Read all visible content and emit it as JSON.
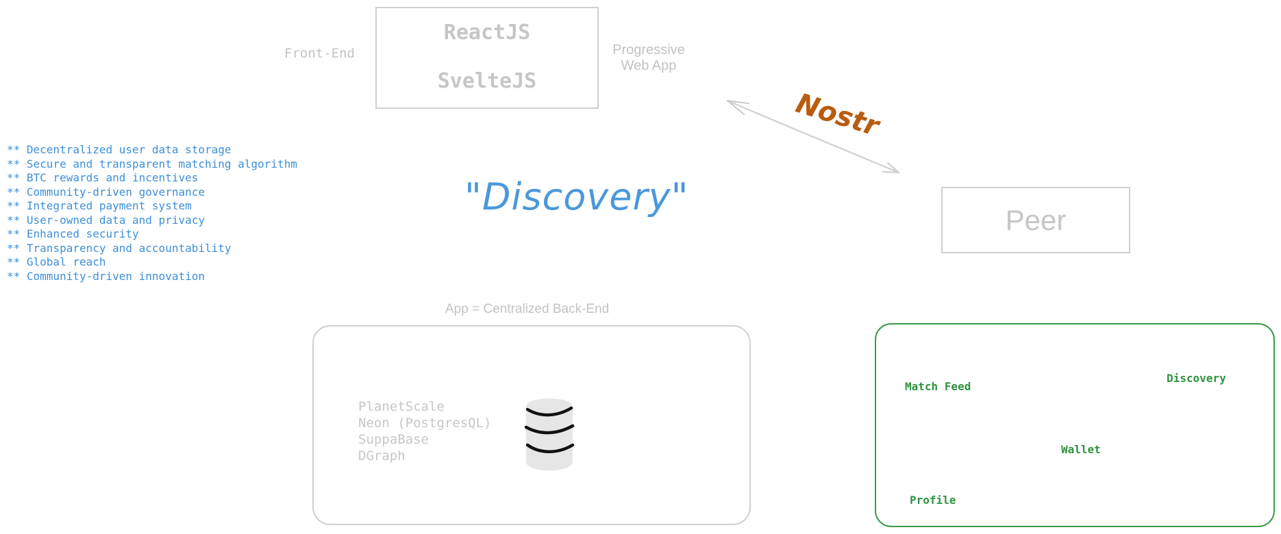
{
  "frontend": {
    "label": "Front-End",
    "tech": [
      "ReactJS",
      "SvelteJS"
    ],
    "pwa_label_line1": "Progressive",
    "pwa_label_line2": "Web App"
  },
  "connection": {
    "label": "Nostr"
  },
  "peer": {
    "label": "Peer"
  },
  "title": "\"Discovery\"",
  "features": [
    "** Decentralized user data storage",
    "** Secure and transparent matching algorithm",
    "** BTC rewards and incentives",
    "** Community-driven governance",
    "** Integrated payment system",
    "** User-owned data and privacy",
    "** Enhanced security",
    "** Transparency and accountability",
    "** Global reach",
    "** Community-driven innovation"
  ],
  "backend": {
    "label": "App = Centralized Back-End",
    "databases": [
      "PlanetScale",
      "Neon (PostgresQL)",
      "SuppaBase",
      "DGraph"
    ]
  },
  "app_screens": {
    "match_feed": "Match Feed",
    "discovery": "Discovery",
    "wallet": "Wallet",
    "profile": "Profile"
  },
  "colors": {
    "gray": "#c6c6c6",
    "blue": "#4a98dc",
    "orange": "#b85c10",
    "green": "#3a9a46"
  }
}
